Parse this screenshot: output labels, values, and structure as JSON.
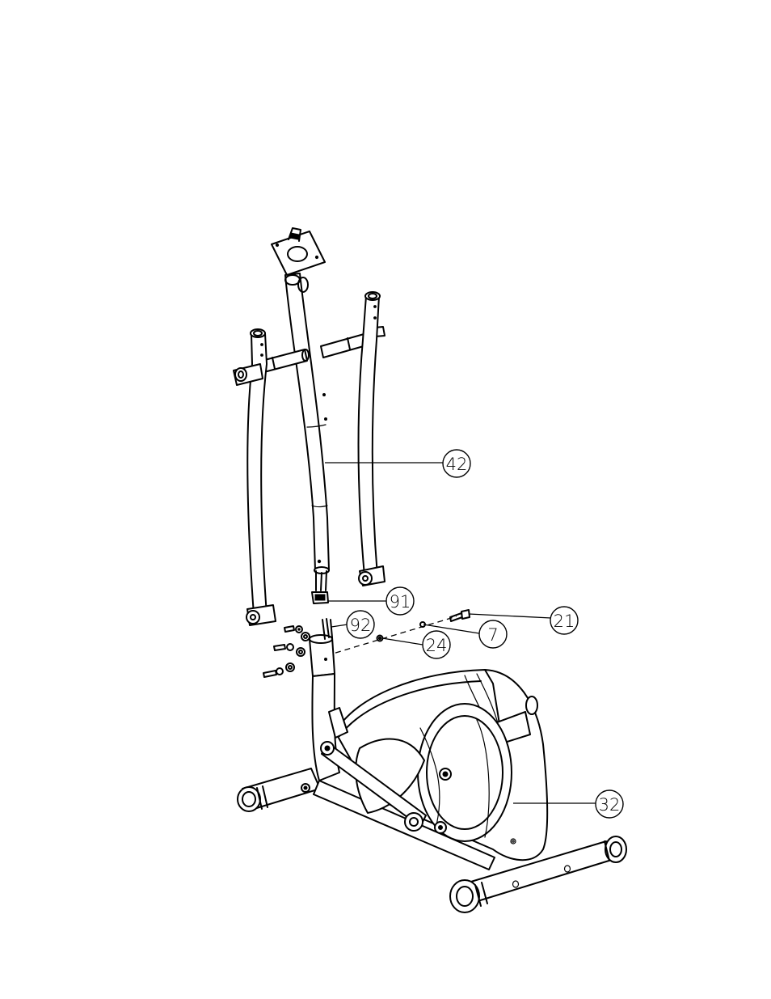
{
  "callouts": [
    {
      "id": "42",
      "label": "42"
    },
    {
      "id": "91",
      "label": "91"
    },
    {
      "id": "92",
      "label": "92"
    },
    {
      "id": "21",
      "label": "21"
    },
    {
      "id": "7",
      "label": "7"
    },
    {
      "id": "24",
      "label": "24"
    },
    {
      "id": "32",
      "label": "32"
    }
  ]
}
